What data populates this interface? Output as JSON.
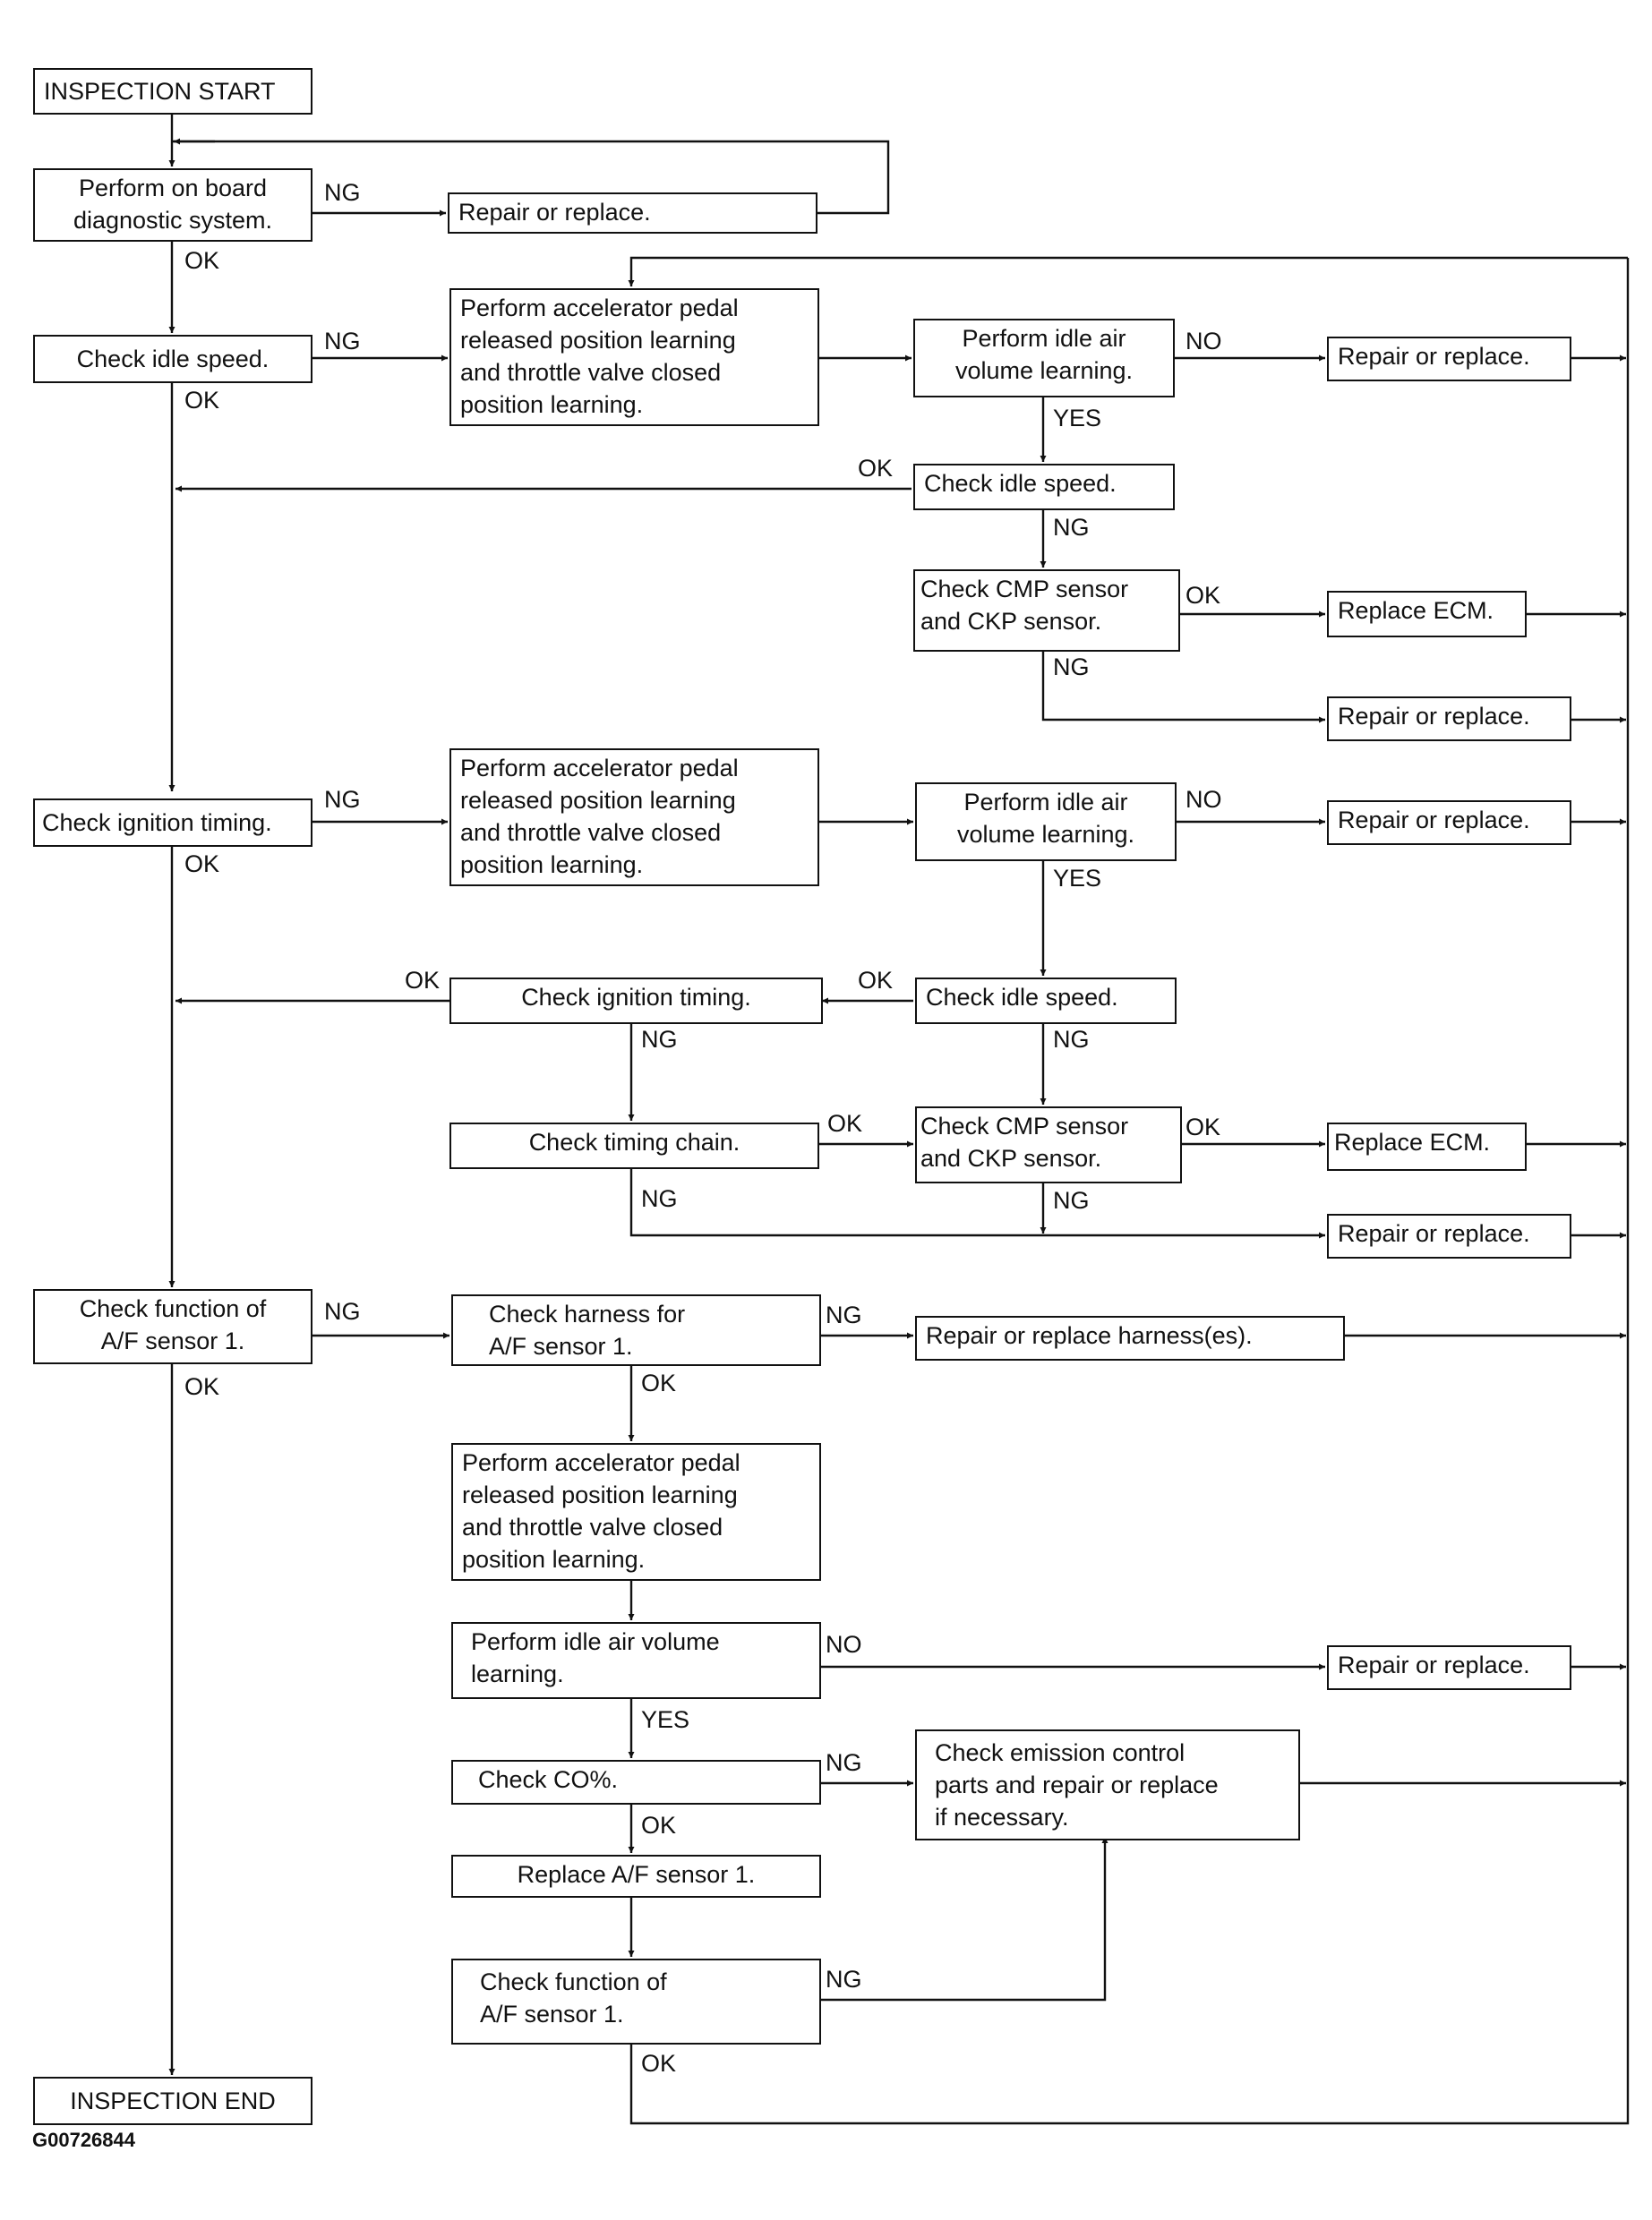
{
  "figure_code": "G00726844",
  "nodes": {
    "start": "INSPECTION START",
    "obd": "Perform on board\ndiagnostic system.",
    "repair1": "Repair or replace.",
    "idle1": "Check idle speed.",
    "learn1": "Perform accelerator pedal\nreleased position learning\nand throttle valve closed\nposition learning.",
    "idleair1": "Perform idle air\nvolume learning.",
    "repair2": "Repair or replace.",
    "idle2": "Check idle speed.",
    "cmp1": "Check CMP sensor\nand CKP sensor.",
    "ecm1": "Replace ECM.",
    "repair3": "Repair or replace.",
    "ign1": "Check ignition timing.",
    "learn2": "Perform accelerator pedal\nreleased position learning\nand throttle valve closed\nposition learning.",
    "idleair2": "Perform idle air\nvolume learning.",
    "repair4": "Repair or replace.",
    "ign2": "Check ignition timing.",
    "idle3": "Check idle speed.",
    "chain": "Check timing chain.",
    "cmp2": "Check CMP sensor\nand CKP sensor.",
    "ecm2": "Replace ECM.",
    "repair5": "Repair or replace.",
    "af1": "Check function of\nA/F sensor 1.",
    "harness": "Check harness for\nA/F sensor 1.",
    "repairh": "Repair or replace harness(es).",
    "learn3": "Perform accelerator pedal\nreleased position learning\nand throttle valve closed\nposition learning.",
    "idleair3": "Perform idle air volume\nlearning.",
    "repair6": "Repair or replace.",
    "co": "Check CO%.",
    "emission": "Check emission control\nparts and repair or replace\nif necessary.",
    "replaceaf": "Replace A/F sensor 1.",
    "af2": "Check function of\nA/F sensor 1.",
    "end": "INSPECTION END"
  },
  "labels": {
    "l1": "NG",
    "l2": "OK",
    "l3": "NG",
    "l4": "OK",
    "l5": "NO",
    "l6": "YES",
    "l7": "OK",
    "l8": "NG",
    "l9": "OK",
    "l10": "NG",
    "l11": "NG",
    "l12": "OK",
    "l13": "NO",
    "l14": "YES",
    "l15": "OK",
    "l16": "OK",
    "l17": "NG",
    "l18": "NG",
    "l19": "OK",
    "l20": "NG",
    "l21": "OK",
    "l22": "NG",
    "l23": "NG",
    "l24": "NG",
    "l25": "OK",
    "l26": "OK",
    "l27": "NO",
    "l28": "YES",
    "l29": "NG",
    "l30": "OK",
    "l31": "NG",
    "l32": "OK"
  }
}
